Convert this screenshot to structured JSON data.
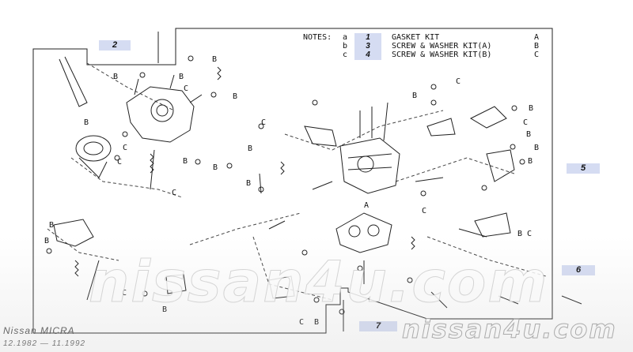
{
  "notes": {
    "title": "NOTES:",
    "items": [
      {
        "letter": "a",
        "number": "1",
        "text": "GASKET KIT",
        "suffix": "A"
      },
      {
        "letter": "b",
        "number": "3",
        "text": "SCREW & WASHER KIT(A)",
        "suffix": "B"
      },
      {
        "letter": "c",
        "number": "4",
        "text": "SCREW & WASHER KIT(B)",
        "suffix": "C"
      }
    ]
  },
  "callouts": {
    "c2": "2",
    "c5": "5",
    "c6": "6",
    "c7": "7"
  },
  "letters": {
    "A": "A",
    "B": "B",
    "C": "C"
  },
  "watermark": "nissan4u.com",
  "vehicle": {
    "model": "Nissan MICRA",
    "dates": "12.1982 — 11.1992"
  },
  "colors": {
    "chip": "#d5dcf2",
    "line": "#222222",
    "bg": "#ffffff"
  }
}
